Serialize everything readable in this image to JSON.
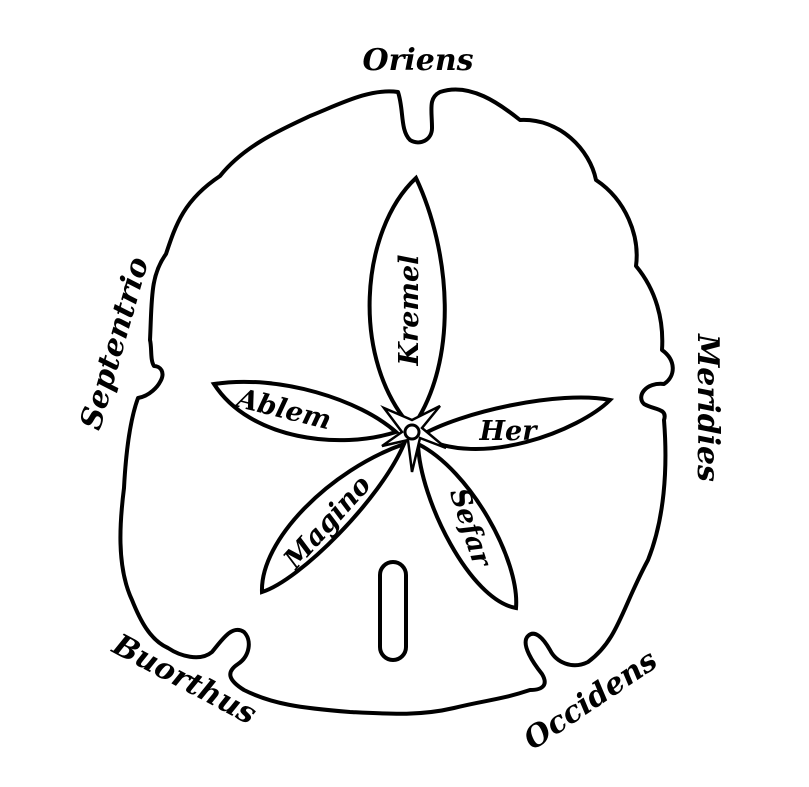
{
  "directions": {
    "top": "Oriens",
    "right": "Meridies",
    "bottom_right": "Occidens",
    "bottom_left": "Buorthus",
    "left": "Septentrio"
  },
  "petals": {
    "top": "Kremel",
    "right": "Her",
    "bottom_right": "Sefar",
    "bottom_left": "Magino",
    "left": "Ablem"
  }
}
